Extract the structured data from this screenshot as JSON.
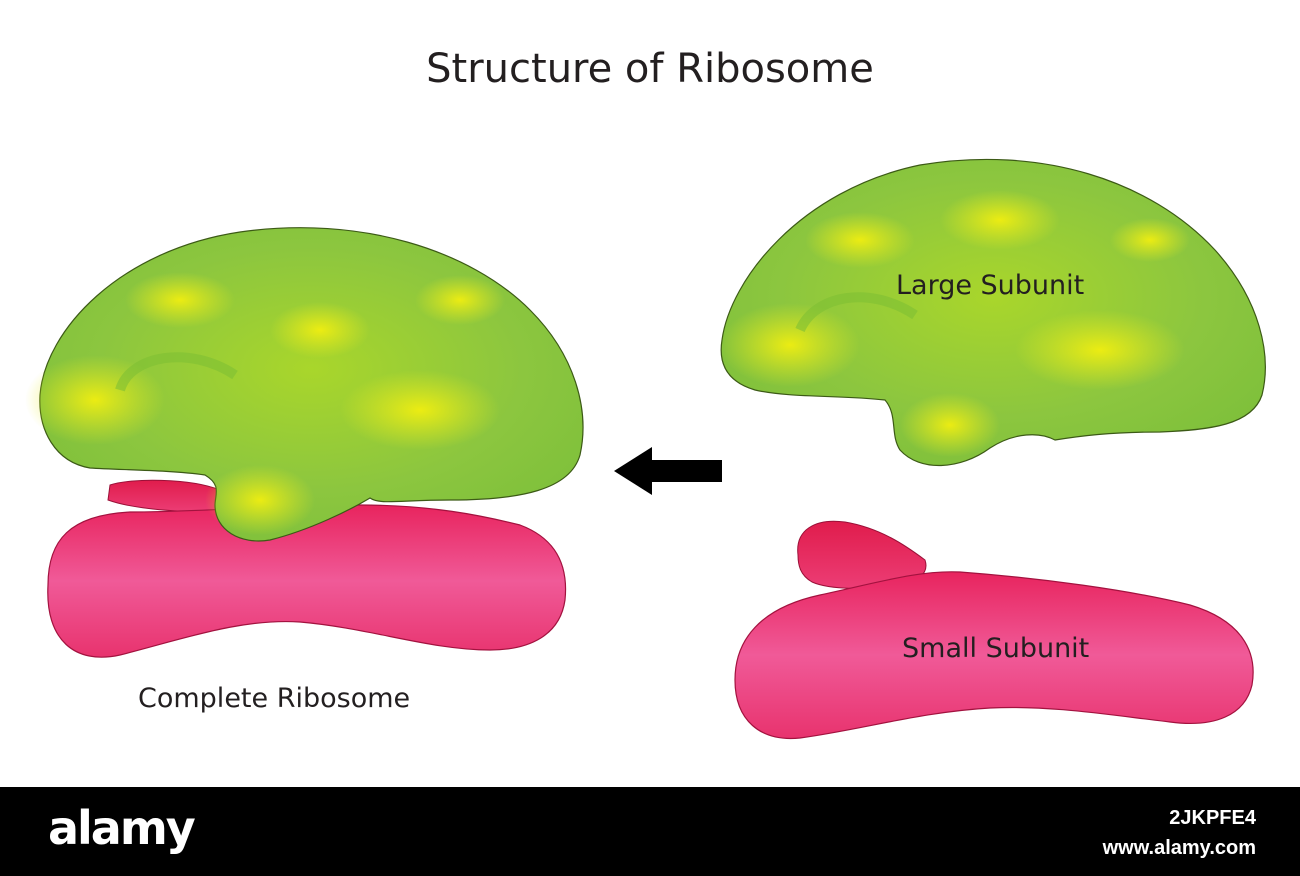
{
  "diagram": {
    "title": "Structure of Ribosome",
    "labels": {
      "complete": "Complete Ribosome",
      "large": "Large Subunit",
      "small": "Small Subunit"
    },
    "colors": {
      "large_subunit_green": "#8cc63f",
      "large_subunit_yellow": "#e6ea1f",
      "small_subunit_pink": "#ee3a7a",
      "arrow": "#000000"
    }
  },
  "watermark": {
    "brand": "alamy",
    "image_id": "2JKPFE4",
    "site": "www.alamy.com"
  }
}
